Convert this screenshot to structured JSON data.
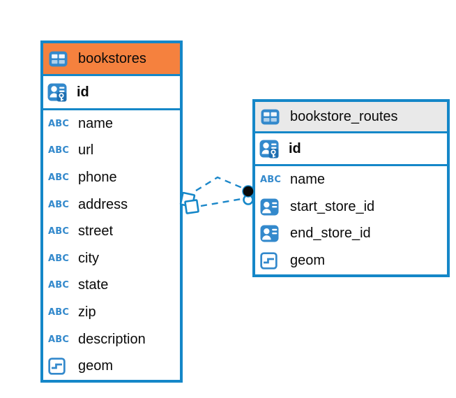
{
  "diagram": {
    "colors": {
      "accent_blue": "#1587C8",
      "icon_blue": "#3389CC",
      "bookstores_header_orange": "#F5813E",
      "routes_header_gray": "#E9E9E9",
      "text_black": "#0A0A0A",
      "background": "#FFFFFF",
      "connector_dot_black": "#0A0A0A"
    },
    "icons": {
      "text_glyph": "ABC"
    },
    "tables": [
      {
        "name": "bookstores",
        "columns": [
          {
            "name": "id",
            "type": "primary-key"
          },
          {
            "name": "name",
            "type": "text"
          },
          {
            "name": "url",
            "type": "text"
          },
          {
            "name": "phone",
            "type": "text"
          },
          {
            "name": "address",
            "type": "text"
          },
          {
            "name": "street",
            "type": "text"
          },
          {
            "name": "city",
            "type": "text"
          },
          {
            "name": "state",
            "type": "text"
          },
          {
            "name": "zip",
            "type": "text"
          },
          {
            "name": "description",
            "type": "text"
          },
          {
            "name": "geom",
            "type": "geometry"
          }
        ]
      },
      {
        "name": "bookstore_routes",
        "columns": [
          {
            "name": "id",
            "type": "primary-key"
          },
          {
            "name": "name",
            "type": "text"
          },
          {
            "name": "start_store_id",
            "type": "reference"
          },
          {
            "name": "end_store_id",
            "type": "reference"
          },
          {
            "name": "geom",
            "type": "geometry"
          }
        ]
      }
    ],
    "relationships": [
      {
        "from_table": "bookstores",
        "to_table": "bookstore_routes",
        "line_style": "dashed"
      },
      {
        "from_table": "bookstores",
        "to_table": "bookstore_routes",
        "line_style": "dashed"
      }
    ]
  }
}
